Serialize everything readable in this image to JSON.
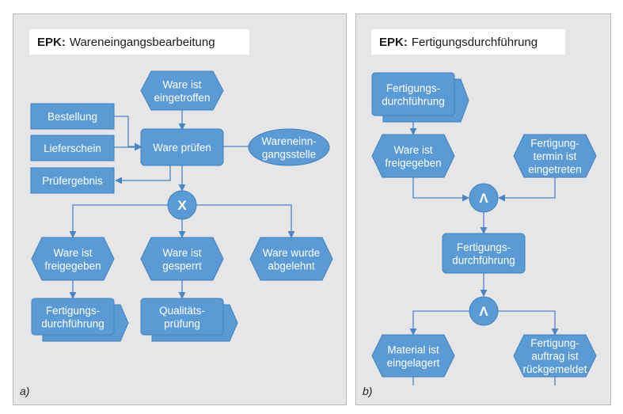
{
  "panels": [
    {
      "label": "a)",
      "title_prefix": "EPK:",
      "title": "Wareneingangsbearbeitung"
    },
    {
      "label": "b)",
      "title_prefix": "EPK:",
      "title": "Fertigungsdurchführung"
    }
  ],
  "a": {
    "evt_eingetroffen": [
      "Ware ist",
      "eingetroffen"
    ],
    "doc_bestellung": [
      "Bestellung"
    ],
    "doc_lieferschein": [
      "Lieferschein"
    ],
    "doc_pruefergebnis": [
      "Prüfergebnis"
    ],
    "fn_pruefen": [
      "Ware prüfen"
    ],
    "org_stelle": [
      "Wareneinn-",
      "gangsstelle"
    ],
    "op_xor": "X",
    "evt_freigegeben": [
      "Ware ist",
      "freigegeben"
    ],
    "evt_gesperrt": [
      "Ware ist",
      "gesperrt"
    ],
    "evt_abgelehnt": [
      "Ware wurde",
      "abgelehnt"
    ],
    "proc_fertigung": [
      "Fertigungs-",
      "durchführung"
    ],
    "proc_qualitaet": [
      "Qualitäts-",
      "prüfung"
    ]
  },
  "b": {
    "proc_fertigung": [
      "Fertigungs-",
      "durchführung"
    ],
    "evt_freigegeben": [
      "Ware ist",
      "freigegeben"
    ],
    "evt_termin": [
      "Fertigung-",
      "termin ist",
      "eingetreten"
    ],
    "op_and1": "Λ",
    "fn_fertigung": [
      "Fertigungs-",
      "durchführung"
    ],
    "op_and2": "Λ",
    "evt_material": [
      "Material ist",
      "eingelagert"
    ],
    "evt_rueckgemeldet": [
      "Fertigung-",
      "auftrag ist",
      "rückgemeldet"
    ]
  },
  "colors": {
    "node_fill": "#5b9bd5",
    "node_stroke": "#3f7fbf",
    "line": "#4a86c5"
  }
}
